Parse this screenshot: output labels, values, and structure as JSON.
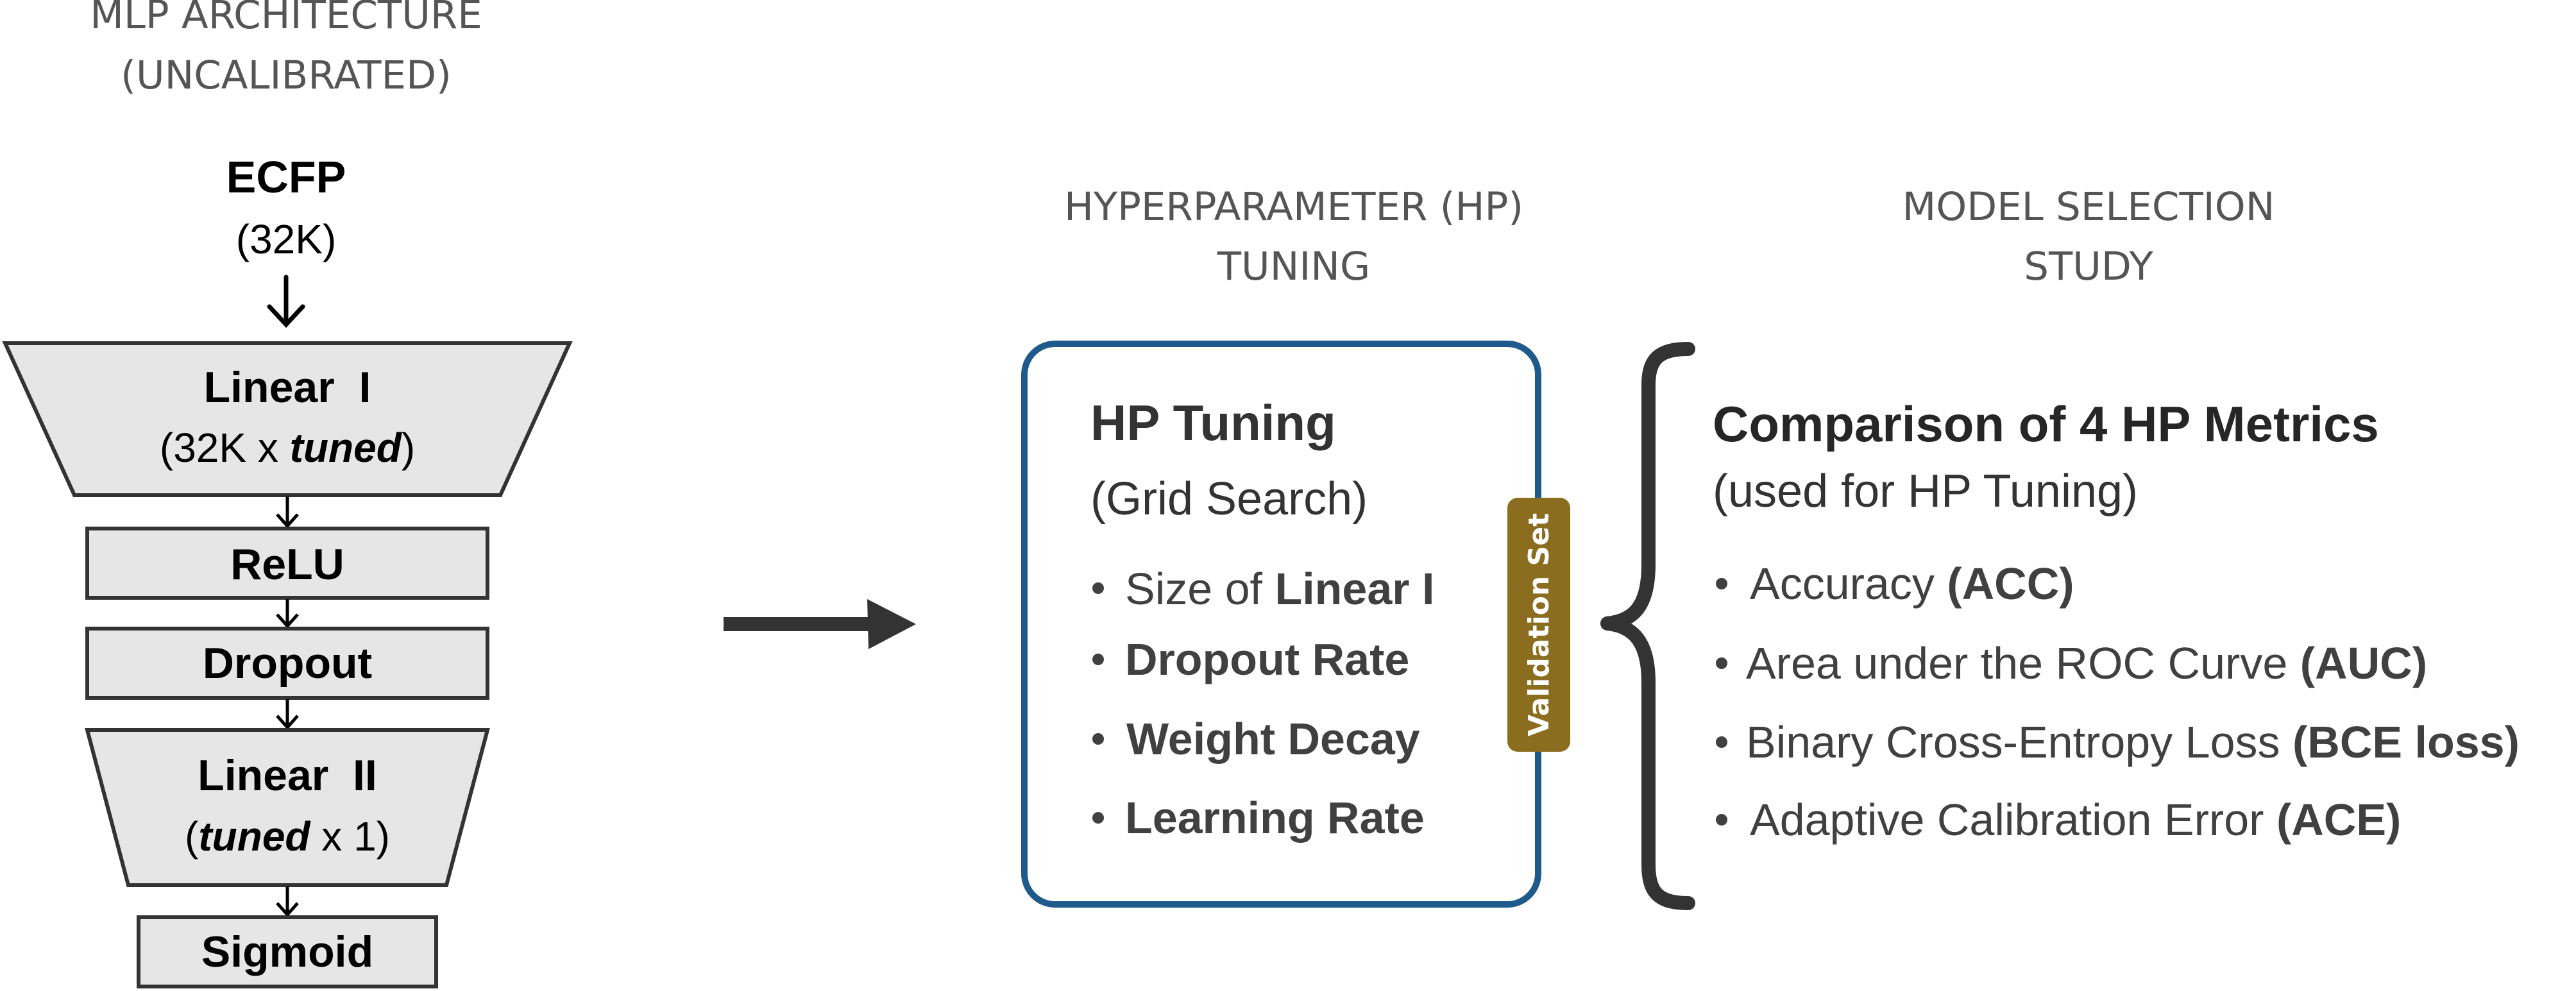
{
  "architecture": {
    "title_line1": "MLP ARCHITECTURE",
    "title_line2": "(UNCALIBRATED)",
    "input_name": "ECFP",
    "input_size": "(32K)",
    "linear1": {
      "name": "Linear  I",
      "shape_pre": "(32K x ",
      "shape_em": "tuned",
      "shape_post": ")"
    },
    "relu": "ReLU",
    "dropout": "Dropout",
    "linear2": {
      "name": "Linear  II",
      "shape_pre": "(",
      "shape_em": "tuned",
      "shape_post": " x 1)"
    },
    "sigmoid": "Sigmoid"
  },
  "tuning": {
    "header_line1": "HYPERPARAMETER (HP)",
    "header_line2": "TUNING",
    "box_title": "HP Tuning",
    "box_subtitle": "(Grid Search)",
    "items": [
      {
        "pre": "Size of ",
        "bold": "Linear I"
      },
      {
        "pre": "",
        "bold": "Dropout Rate"
      },
      {
        "pre": "",
        "bold": "Weight Decay"
      },
      {
        "pre": "",
        "bold": "Learning Rate"
      }
    ],
    "validation_tab": "Validation Set"
  },
  "selection": {
    "header_line1": "MODEL SELECTION",
    "header_line2": "STUDY",
    "title": "Comparison of 4 HP Metrics",
    "subtitle": "(used for HP Tuning)",
    "metrics": [
      {
        "text": "Accuracy ",
        "abbr": "(ACC)"
      },
      {
        "text": "Area under the ROC Curve ",
        "abbr": "(AUC)"
      },
      {
        "text": "Binary Cross-Entropy Loss ",
        "abbr": "(BCE loss)"
      },
      {
        "text": "Adaptive Calibration Error ",
        "abbr": "(ACE)"
      }
    ]
  },
  "colors": {
    "box_border": "#1f5a8c",
    "validation_fill": "#8b6d1f",
    "layer_fill": "#e6e6e6",
    "brace": "#333333",
    "arrow": "#333333"
  }
}
